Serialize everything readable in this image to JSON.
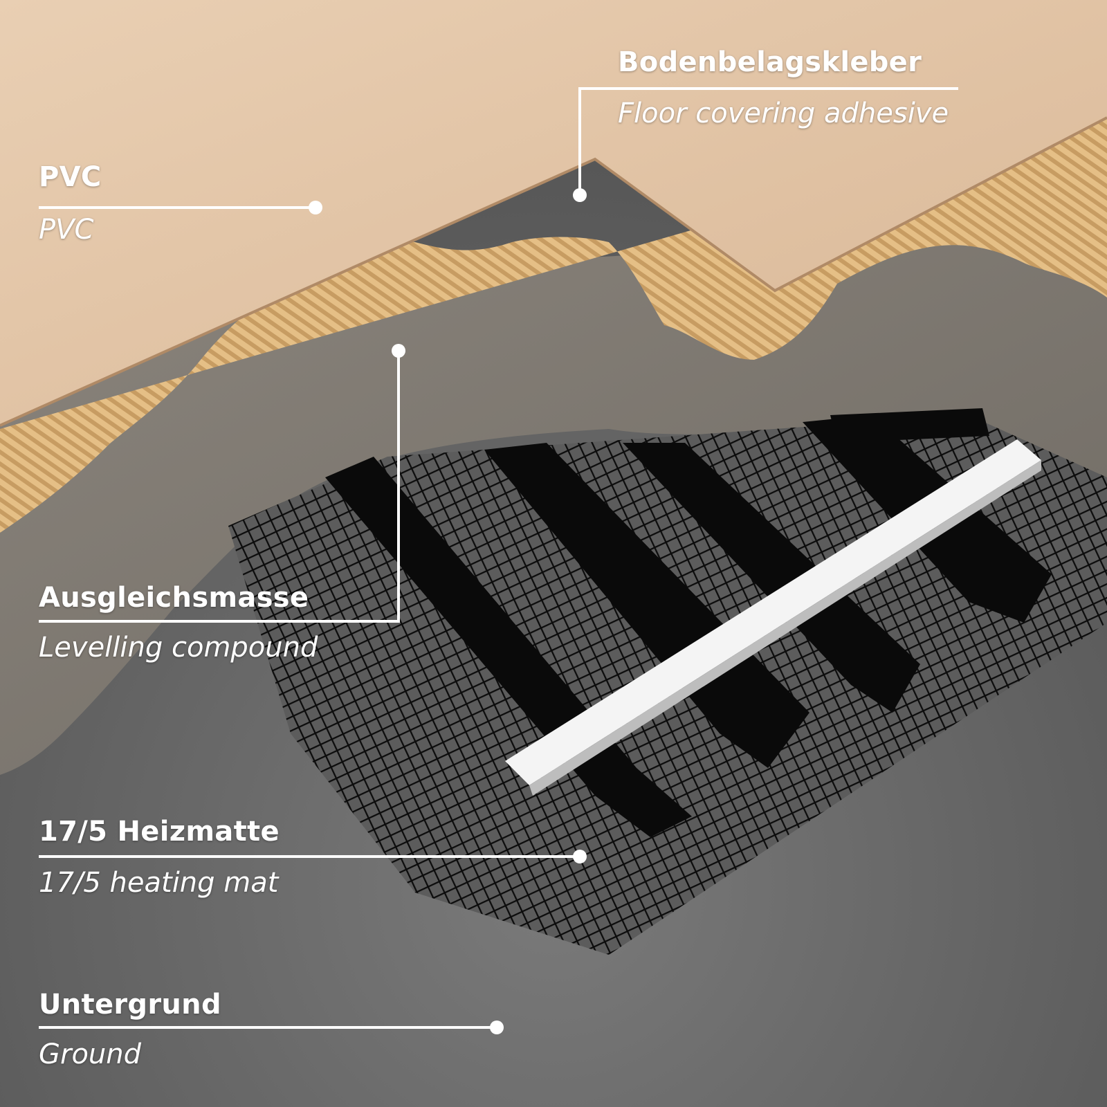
{
  "layers": [
    {
      "id": "adhesive",
      "label_de": "Bodenbelagskleber",
      "label_en": "Floor covering adhesive",
      "icon": "trowel-adhesive-icon"
    },
    {
      "id": "pvc",
      "label_de": "PVC",
      "label_en": "PVC",
      "icon": "pvc-sheet-icon"
    },
    {
      "id": "levelling",
      "label_de": "Ausgleichsmasse",
      "label_en": "Levelling compound",
      "icon": "levelling-layer-icon"
    },
    {
      "id": "heating_mat",
      "label_de": "17/5 Heizmatte",
      "label_en": "17/5 heating mat",
      "icon": "heating-mat-icon"
    },
    {
      "id": "ground",
      "label_de": "Untergrund",
      "label_en": "Ground",
      "icon": "concrete-ground-icon"
    }
  ],
  "colors": {
    "pvc": "#e3c5a8",
    "adhesive": "#e8c48f",
    "levelling": "#8e8880",
    "ground": "#6e6e6e",
    "mat_mesh": "#111111",
    "heating_cable": "#0a0a0a",
    "cold_lead_strip": "#f4f4f4",
    "callout_line": "#ffffff"
  }
}
